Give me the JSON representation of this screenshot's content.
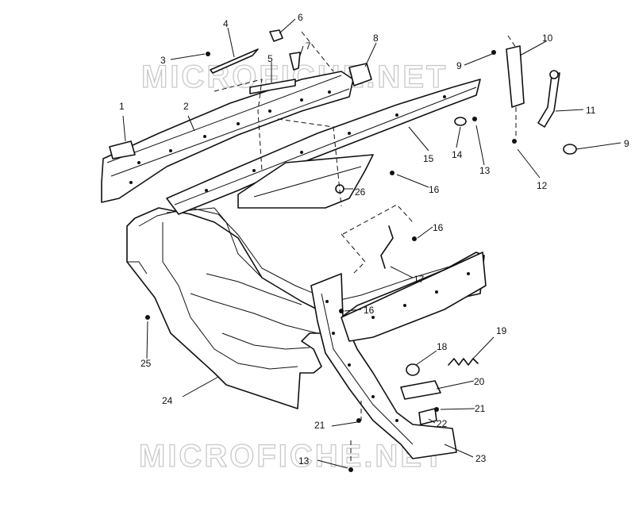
{
  "watermark": {
    "text": "MICROFICHE.NET"
  },
  "callouts": [
    {
      "id": "c1",
      "label": "1"
    },
    {
      "id": "c2",
      "label": "2"
    },
    {
      "id": "c3",
      "label": "3"
    },
    {
      "id": "c4",
      "label": "4"
    },
    {
      "id": "c5",
      "label": "5"
    },
    {
      "id": "c6",
      "label": "6"
    },
    {
      "id": "c7",
      "label": "7"
    },
    {
      "id": "c8",
      "label": "8"
    },
    {
      "id": "c9a",
      "label": "9"
    },
    {
      "id": "c9b",
      "label": "9"
    },
    {
      "id": "c10",
      "label": "10"
    },
    {
      "id": "c11",
      "label": "11"
    },
    {
      "id": "c12",
      "label": "12"
    },
    {
      "id": "c13a",
      "label": "13"
    },
    {
      "id": "c13b",
      "label": "13"
    },
    {
      "id": "c14",
      "label": "14"
    },
    {
      "id": "c15",
      "label": "15"
    },
    {
      "id": "c16a",
      "label": "16"
    },
    {
      "id": "c16b",
      "label": "16"
    },
    {
      "id": "c16c",
      "label": "16"
    },
    {
      "id": "c17",
      "label": "17"
    },
    {
      "id": "c18",
      "label": "18"
    },
    {
      "id": "c19",
      "label": "19"
    },
    {
      "id": "c20",
      "label": "20"
    },
    {
      "id": "c21a",
      "label": "21"
    },
    {
      "id": "c21b",
      "label": "21"
    },
    {
      "id": "c22",
      "label": "22"
    },
    {
      "id": "c23",
      "label": "23"
    },
    {
      "id": "c24",
      "label": "24"
    },
    {
      "id": "c25",
      "label": "25"
    },
    {
      "id": "c26",
      "label": "26"
    }
  ]
}
